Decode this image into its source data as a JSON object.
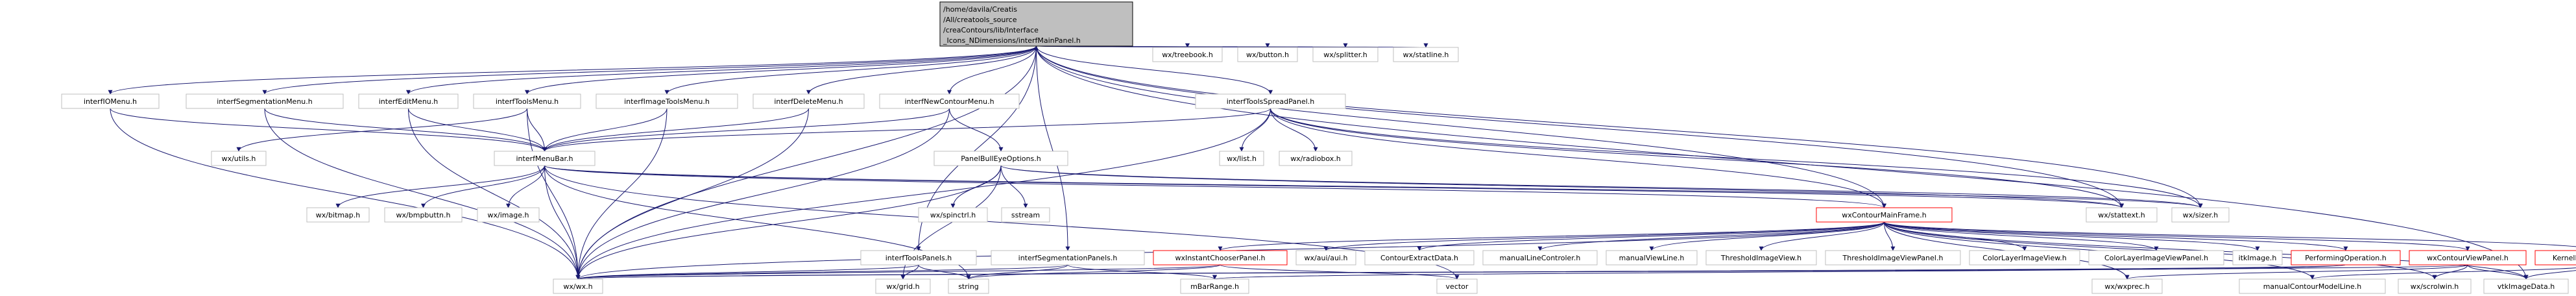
{
  "diagram": {
    "root": {
      "lines": [
        "/home/davila/Creatis",
        "/All/creatools_source",
        "/creaContours/lib/Interface",
        "_Icons_NDimensions/interfMainPanel.h"
      ]
    },
    "nodes": [
      {
        "id": "wxtreebook",
        "label": "wx/treebook.h"
      },
      {
        "id": "wxbutton",
        "label": "wx/button.h"
      },
      {
        "id": "wxsplitter",
        "label": "wx/splitter.h"
      },
      {
        "id": "wxstatline",
        "label": "wx/statline.h"
      },
      {
        "id": "interfIOMenu",
        "label": "interfIOMenu.h"
      },
      {
        "id": "interfSegmentationMenu",
        "label": "interfSegmentationMenu.h"
      },
      {
        "id": "interfEditMenu",
        "label": "interfEditMenu.h"
      },
      {
        "id": "interfToolsMenu",
        "label": "interfToolsMenu.h"
      },
      {
        "id": "interfImageToolsMenu",
        "label": "interfImageToolsMenu.h"
      },
      {
        "id": "interfDeleteMenu",
        "label": "interfDeleteMenu.h"
      },
      {
        "id": "interfNewContourMenu",
        "label": "interfNewContourMenu.h"
      },
      {
        "id": "interfToolsSpreadPanel",
        "label": "interfToolsSpreadPanel.h"
      },
      {
        "id": "wxutils",
        "label": "wx/utils.h"
      },
      {
        "id": "interfMenuBar",
        "label": "interfMenuBar.h"
      },
      {
        "id": "wxlist",
        "label": "wx/list.h"
      },
      {
        "id": "wxradiobox",
        "label": "wx/radiobox.h"
      },
      {
        "id": "PanelBullEyeOptions",
        "label": "PanelBullEyeOptions.h"
      },
      {
        "id": "wxbitmap",
        "label": "wx/bitmap.h"
      },
      {
        "id": "wxbmpbuttn",
        "label": "wx/bmpbuttn.h"
      },
      {
        "id": "wximage",
        "label": "wx/image.h"
      },
      {
        "id": "wxspinctrl",
        "label": "wx/spinctrl.h"
      },
      {
        "id": "sstream",
        "label": "sstream"
      },
      {
        "id": "wxContourMainFrame",
        "label": "wxContourMainFrame.h"
      },
      {
        "id": "wxstattext",
        "label": "wx/stattext.h"
      },
      {
        "id": "wxsizer",
        "label": "wx/sizer.h"
      },
      {
        "id": "interfToolsPanels",
        "label": "interfToolsPanels.h"
      },
      {
        "id": "interfSegmentationPanels",
        "label": "interfSegmentationPanels.h"
      },
      {
        "id": "wxInstantChooserPanel",
        "label": "wxInstantChooserPanel.h"
      },
      {
        "id": "wxauiaui",
        "label": "wx/aui/aui.h"
      },
      {
        "id": "ContourExtractData",
        "label": "ContourExtractData.h"
      },
      {
        "id": "manualLineControler",
        "label": "manualLineControler.h"
      },
      {
        "id": "manualViewLine",
        "label": "manualViewLine.h"
      },
      {
        "id": "ThresholdImageView",
        "label": "ThresholdImageView.h"
      },
      {
        "id": "ThresholdImageViewPanel",
        "label": "ThresholdImageViewPanel.h"
      },
      {
        "id": "ColorLayerImageView",
        "label": "ColorLayerImageView.h"
      },
      {
        "id": "ColorLayerImageViewPanel",
        "label": "ColorLayerImageViewPanel.h"
      },
      {
        "id": "itkImage",
        "label": "itkImage.h"
      },
      {
        "id": "PerformingOperation",
        "label": "PerformingOperation.h"
      },
      {
        "id": "wxContourViewPanel",
        "label": "wxContourViewPanel.h"
      },
      {
        "id": "KernelManagerContour",
        "label": "KernelManagerContour.h"
      },
      {
        "id": "wxwx",
        "label": "wx/wx.h"
      },
      {
        "id": "wxgrid",
        "label": "wx/grid.h"
      },
      {
        "id": "string",
        "label": "string"
      },
      {
        "id": "mBarRange",
        "label": "mBarRange.h"
      },
      {
        "id": "vector",
        "label": "vector"
      },
      {
        "id": "wxwxprec",
        "label": "wx/wxprec.h"
      },
      {
        "id": "manualContourModelLine",
        "label": "manualContourModelLine.h"
      },
      {
        "id": "wxscrolwin",
        "label": "wx/scrolwin.h"
      },
      {
        "id": "vtkImageData",
        "label": "vtkImageData.h"
      }
    ],
    "edges": [
      [
        "root",
        "wxtreebook"
      ],
      [
        "root",
        "wxbutton"
      ],
      [
        "root",
        "wxsplitter"
      ],
      [
        "root",
        "wxstatline"
      ],
      [
        "root",
        "interfIOMenu"
      ],
      [
        "root",
        "interfSegmentationMenu"
      ],
      [
        "root",
        "interfEditMenu"
      ],
      [
        "root",
        "interfToolsMenu"
      ],
      [
        "root",
        "interfImageToolsMenu"
      ],
      [
        "root",
        "interfDeleteMenu"
      ],
      [
        "root",
        "interfNewContourMenu"
      ],
      [
        "root",
        "interfToolsSpreadPanel"
      ],
      [
        "root",
        "interfToolsPanels"
      ],
      [
        "root",
        "interfSegmentationPanels"
      ],
      [
        "root",
        "wxstattext"
      ],
      [
        "root",
        "wxsizer"
      ],
      [
        "root",
        "wxwx"
      ],
      [
        "root",
        "vtkImageData"
      ],
      [
        "interfIOMenu",
        "interfMenuBar"
      ],
      [
        "interfIOMenu",
        "wxwx"
      ],
      [
        "interfSegmentationMenu",
        "interfMenuBar"
      ],
      [
        "interfSegmentationMenu",
        "wxwx"
      ],
      [
        "interfEditMenu",
        "interfMenuBar"
      ],
      [
        "interfEditMenu",
        "wxwx"
      ],
      [
        "interfToolsMenu",
        "interfMenuBar"
      ],
      [
        "interfToolsMenu",
        "wxutils"
      ],
      [
        "interfToolsMenu",
        "wxwx"
      ],
      [
        "interfImageToolsMenu",
        "interfMenuBar"
      ],
      [
        "interfImageToolsMenu",
        "wxwx"
      ],
      [
        "interfDeleteMenu",
        "interfMenuBar"
      ],
      [
        "interfDeleteMenu",
        "wxwx"
      ],
      [
        "interfNewContourMenu",
        "interfMenuBar"
      ],
      [
        "interfNewContourMenu",
        "PanelBullEyeOptions"
      ],
      [
        "interfNewContourMenu",
        "wxwx"
      ],
      [
        "interfToolsSpreadPanel",
        "interfMenuBar"
      ],
      [
        "interfToolsSpreadPanel",
        "wxlist"
      ],
      [
        "interfToolsSpreadPanel",
        "wxradiobox"
      ],
      [
        "interfToolsSpreadPanel",
        "wxstattext"
      ],
      [
        "interfToolsSpreadPanel",
        "wxsizer"
      ],
      [
        "interfToolsSpreadPanel",
        "wxContourMainFrame"
      ],
      [
        "interfToolsSpreadPanel",
        "wxwx"
      ],
      [
        "interfMenuBar",
        "wxbitmap"
      ],
      [
        "interfMenuBar",
        "wxbmpbuttn"
      ],
      [
        "interfMenuBar",
        "wximage"
      ],
      [
        "interfMenuBar",
        "wxContourMainFrame"
      ],
      [
        "interfMenuBar",
        "wxstattext"
      ],
      [
        "interfMenuBar",
        "wxsizer"
      ],
      [
        "interfMenuBar",
        "wxwx"
      ],
      [
        "interfMenuBar",
        "string"
      ],
      [
        "interfMenuBar",
        "vector"
      ],
      [
        "PanelBullEyeOptions",
        "wxspinctrl"
      ],
      [
        "PanelBullEyeOptions",
        "sstream"
      ],
      [
        "PanelBullEyeOptions",
        "wxstattext"
      ],
      [
        "PanelBullEyeOptions",
        "wxsizer"
      ],
      [
        "PanelBullEyeOptions",
        "wxgrid"
      ],
      [
        "PanelBullEyeOptions",
        "wxwx"
      ],
      [
        "wxContourMainFrame",
        "root"
      ],
      [
        "wxContourMainFrame",
        "wxInstantChooserPanel"
      ],
      [
        "wxContourMainFrame",
        "wxauiaui"
      ],
      [
        "wxContourMainFrame",
        "ContourExtractData"
      ],
      [
        "wxContourMainFrame",
        "manualLineControler"
      ],
      [
        "wxContourMainFrame",
        "manualViewLine"
      ],
      [
        "wxContourMainFrame",
        "ThresholdImageView"
      ],
      [
        "wxContourMainFrame",
        "ThresholdImageViewPanel"
      ],
      [
        "wxContourMainFrame",
        "ColorLayerImageView"
      ],
      [
        "wxContourMainFrame",
        "ColorLayerImageViewPanel"
      ],
      [
        "wxContourMainFrame",
        "itkImage"
      ],
      [
        "wxContourMainFrame",
        "PerformingOperation"
      ],
      [
        "wxContourMainFrame",
        "wxContourViewPanel"
      ],
      [
        "wxContourMainFrame",
        "KernelManagerContour"
      ],
      [
        "wxContourMainFrame",
        "wxwx"
      ],
      [
        "wxContourMainFrame",
        "wxwxprec"
      ],
      [
        "wxContourMainFrame",
        "wxscrolwin"
      ],
      [
        "wxContourMainFrame",
        "vtkImageData"
      ],
      [
        "wxContourMainFrame",
        "manualContourModelLine"
      ],
      [
        "interfToolsPanels",
        "wxwx"
      ],
      [
        "interfToolsPanels",
        "wxgrid"
      ],
      [
        "interfToolsPanels",
        "string"
      ],
      [
        "interfSegmentationPanels",
        "wxwx"
      ],
      [
        "interfSegmentationPanels",
        "mBarRange"
      ],
      [
        "interfSegmentationPanels",
        "string"
      ],
      [
        "wxInstantChooserPanel",
        "wxwx"
      ],
      [
        "wxInstantChooserPanel",
        "vector"
      ],
      [
        "wxInstantChooserPanel",
        "string"
      ],
      [
        "PerformingOperation",
        "wxwx"
      ],
      [
        "PerformingOperation",
        "mBarRange"
      ],
      [
        "wxContourViewPanel",
        "wxwxprec"
      ],
      [
        "wxContourViewPanel",
        "wxscrolwin"
      ],
      [
        "wxContourViewPanel",
        "vtkImageData"
      ],
      [
        "wxContourViewPanel",
        "wxwx"
      ],
      [
        "KernelManagerContour",
        "manualContourModelLine"
      ],
      [
        "KernelManagerContour",
        "vtkImageData"
      ]
    ],
    "colors": {
      "root_fill": "#bfbfbf",
      "node_border": "#bfbfbf",
      "incomplete_border": "#ff0000",
      "edge": "#191970",
      "text": "#000000"
    }
  }
}
